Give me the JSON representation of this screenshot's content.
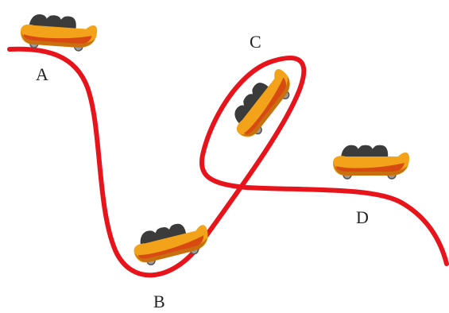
{
  "track": {
    "color": "#e8141c"
  },
  "car": {
    "body_color": "#f2a31a",
    "stripe_color": "#d94a12",
    "shade_color": "#c8700d",
    "seat_color": "#3b3b3b",
    "wheel_color": "#9a9a9a"
  },
  "points": [
    {
      "id": "A",
      "label": "A"
    },
    {
      "id": "B",
      "label": "B"
    },
    {
      "id": "C",
      "label": "C"
    },
    {
      "id": "D",
      "label": "D"
    }
  ]
}
